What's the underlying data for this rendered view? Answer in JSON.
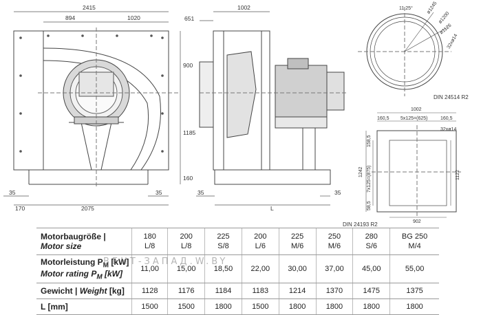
{
  "drawing": {
    "front_view": {
      "width_total": "2415",
      "width_left": "894",
      "width_right": "1020",
      "height_upper": "900",
      "height_lower": "1185",
      "base_height": "160",
      "offset_left_bottom": "35",
      "offset_right_bottom": "35",
      "foot_offset": "170",
      "base_length": "2075"
    },
    "side_view": {
      "depth_total": "1002",
      "inlet_offset": "651",
      "offset_left": "35",
      "offset_right": "35",
      "length_label": "L"
    },
    "round_flange": {
      "angle": "11.25°",
      "d1": "ø1245",
      "d2": "ø1200",
      "d3": "ø1126",
      "holes": "32xø14",
      "standard": "DIN 24514 R2"
    },
    "rect_flange": {
      "width_total": "1002",
      "edge_left": "160,5",
      "bolt_spacing": "5x125=(625)",
      "edge_right": "160,5",
      "height_total": "1242",
      "bolt_spacing_v": "7x125=(875)",
      "edge_top": "158,5",
      "edge_bottom": "58,5",
      "inner_height": "1122",
      "inner_width": "902",
      "holes": "32xø14",
      "standard": "DIN 24193 R2"
    }
  },
  "table": {
    "labels": {
      "motor_size_de": "Motorbaugröße |",
      "motor_size_en": "Motor size",
      "motor_rating_de": "Motorleistung P",
      "motor_rating_en": "Motor rating P",
      "motor_rating_unit_de": "[kW]",
      "motor_rating_unit_en": "[kW]",
      "sub_m": "M",
      "weight_de": "Gewicht |",
      "weight_en": "Weight",
      "weight_unit": "[kg]",
      "length": "L [mm]"
    },
    "motor_size": [
      [
        "180",
        "L/8"
      ],
      [
        "200",
        "L/8"
      ],
      [
        "225",
        "S/8"
      ],
      [
        "200",
        "L/6"
      ],
      [
        "225",
        "M/6"
      ],
      [
        "250",
        "M/6"
      ],
      [
        "280",
        "S/6"
      ],
      [
        "BG 250",
        "M/4"
      ]
    ],
    "motor_rating": [
      "11,00",
      "15,00",
      "18,50",
      "22,00",
      "30,00",
      "37,00",
      "45,00",
      "55,00"
    ],
    "weight": [
      "1128",
      "1176",
      "1184",
      "1183",
      "1214",
      "1370",
      "1475",
      "1375"
    ],
    "length": [
      "1500",
      "1500",
      "1800",
      "1500",
      "1800",
      "1800",
      "1800",
      "1800"
    ]
  },
  "watermark": "ВЕНТ-ЗАПАД.W.BY"
}
